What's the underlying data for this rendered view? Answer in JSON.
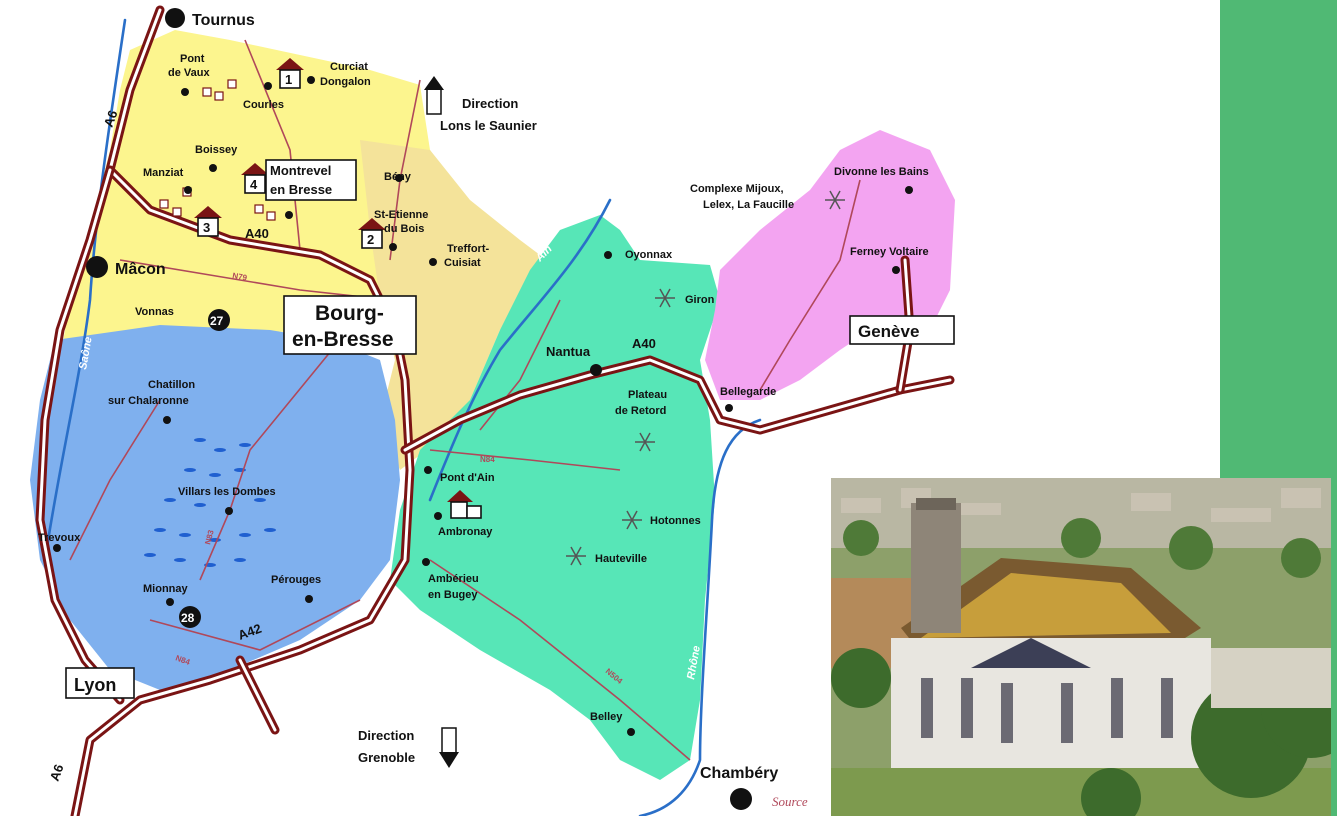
{
  "map": {
    "cities": {
      "tournus": "Tournus",
      "macon": "Mâcon",
      "bourg_1": "Bourg-",
      "bourg_2": "en-Bresse",
      "geneve": "Genève",
      "lyon": "Lyon",
      "chambery": "Chambéry",
      "montrevel_1": "Montrevel",
      "montrevel_2": "en Bresse"
    },
    "towns": {
      "pont_de_vaux_1": "Pont",
      "pont_de_vaux_2": "de Vaux",
      "curciat_1": "Curciat",
      "curciat_2": "Dongalon",
      "courles": "Courles",
      "boissey": "Boissey",
      "manziat": "Manziat",
      "beny": "Bény",
      "st_etienne_1": "St-Etienne",
      "st_etienne_2": "du Bois",
      "treffort_1": "Treffort-",
      "treffort_2": "Cuisiat",
      "vonnas": "Vonnas",
      "chatillon_1": "Chatillon",
      "chatillon_2": "sur Chalaronne",
      "villars": "Villars les Dombes",
      "trevoux": "Trevoux",
      "mionnay": "Mionnay",
      "perouges": "Pérouges",
      "oyonnax": "Oyonnax",
      "giron": "Giron",
      "nantua": "Nantua",
      "plateau_1": "Plateau",
      "plateau_2": "de Retord",
      "bellegarde": "Bellegarde",
      "pont_d_ain": "Pont d'Ain",
      "ambronay": "Ambronay",
      "hotonnes": "Hotonnes",
      "hauteville": "Hauteville",
      "amberieu_1": "Ambérieu",
      "amberieu_2": "en Bugey",
      "belley": "Belley",
      "divonne": "Divonne les Bains",
      "ferney": "Ferney Voltaire",
      "mijoux_1": "Complexe Mijoux,",
      "mijoux_2": "Lelex, La Faucille"
    },
    "directions": {
      "north_1": "Direction",
      "north_2": "Lons le Saunier",
      "south_1": "Direction",
      "south_2": "Grenoble"
    },
    "roads": {
      "a6_top": "A6",
      "a6_bottom": "A6",
      "a40_west": "A40",
      "a40_east": "A40",
      "a42": "A42",
      "n84": "N84",
      "n79": "N79",
      "n83": "N83",
      "n504": "N504",
      "n84b": "N84"
    },
    "rivers": {
      "saone": "Saône",
      "ain": "Ain",
      "rhone": "Rhône"
    },
    "markers": {
      "m1": "1",
      "m2": "2",
      "m3": "3",
      "m4": "4",
      "m27": "27",
      "m28": "28"
    },
    "source": "Source",
    "region_colors": {
      "bresse": "#fcf58e",
      "dombes": "#7fb0ee",
      "bugey": "#57e6b7",
      "pays_de_gex": "#f3a4f1",
      "revermont": "#f4e39a"
    }
  },
  "panel": {
    "color": "#50b974"
  }
}
